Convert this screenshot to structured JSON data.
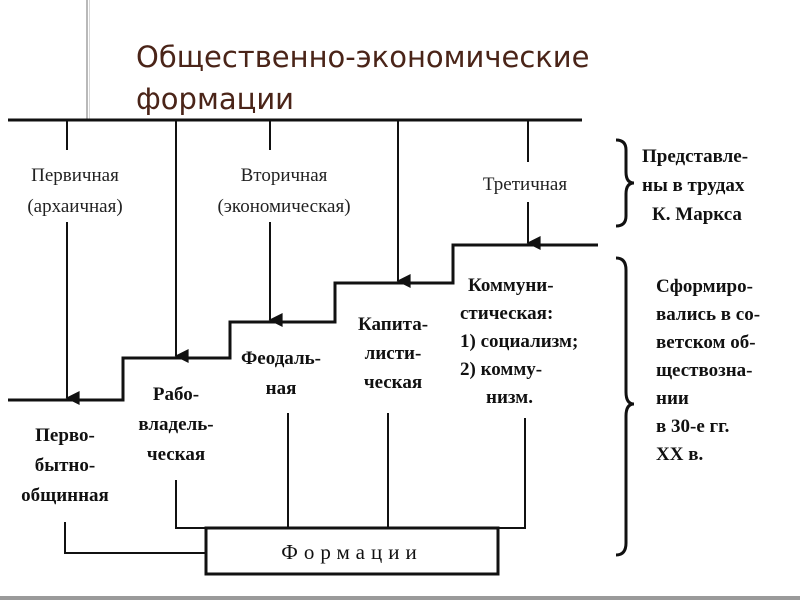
{
  "title": {
    "line1": "Общественно-экономические",
    "line2": "формации"
  },
  "groups": {
    "primary": [
      "Первичная",
      "(архаичная)"
    ],
    "secondary": [
      "Вторичная",
      "(экономическая)"
    ],
    "tertiary": [
      "Третичная"
    ]
  },
  "formations": {
    "primitive": [
      "Перво-",
      "бытно-",
      "общинная"
    ],
    "slave": [
      "Рабо-",
      "владель-",
      "ческая"
    ],
    "feudal": [
      "Феодаль-",
      "ная"
    ],
    "capitalist": [
      "Капита-",
      "листи-",
      "ческая"
    ],
    "communist": [
      "Коммуни-",
      "стическая:",
      "1) социализм;",
      "2) комму-",
      "низм."
    ]
  },
  "notes": {
    "marx": [
      "Представле-",
      "ны в трудах",
      "К. Маркса"
    ],
    "soviet": [
      "Сформиро-",
      "вались в со-",
      "ветском об-",
      "ществозна-",
      "нии",
      "в 30-е гг.",
      "XX в."
    ]
  },
  "footer_box": "Формации",
  "colors": {
    "title": "#4a2418",
    "lines": "#111111"
  }
}
